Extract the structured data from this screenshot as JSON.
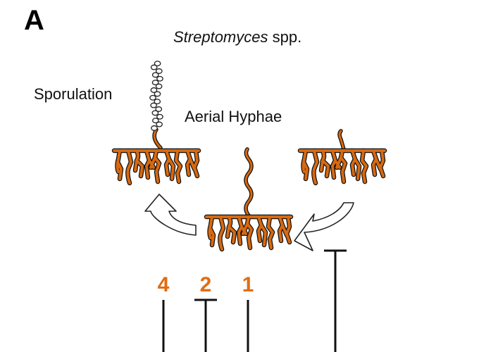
{
  "panel_letter": "A",
  "title": {
    "italic": "Streptomyces",
    "rest": " spp."
  },
  "labels": {
    "sporulation": "Sporulation",
    "aerial_hyphae": "Aerial Hyphae"
  },
  "step_numbers": [
    "4",
    "2",
    "1"
  ],
  "colors": {
    "mycelium": "#d8690f",
    "outline": "#111111",
    "numbers": "#e06d13",
    "arrow_fill": "#ffffff"
  }
}
